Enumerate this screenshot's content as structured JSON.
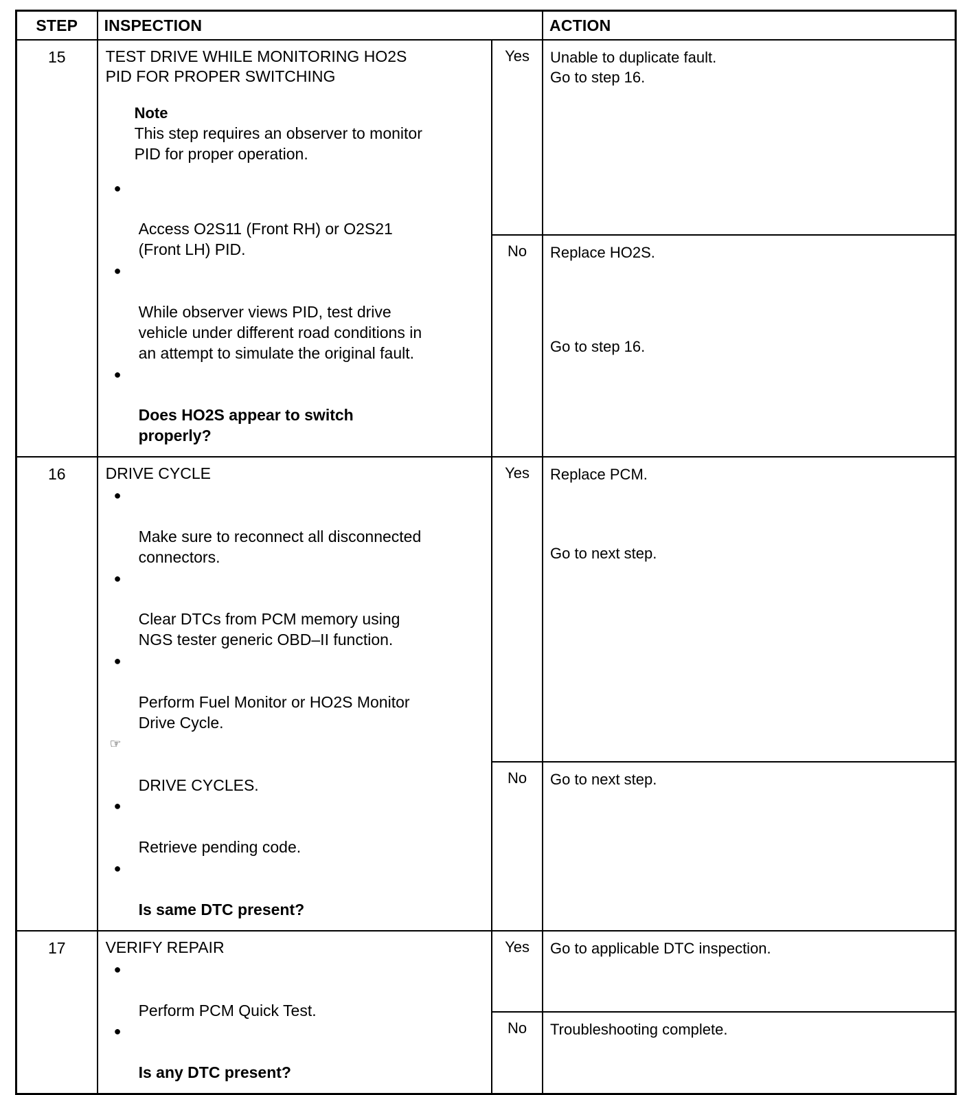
{
  "document": {
    "type": "diagnostic-troubleshooting-table",
    "columns": {
      "step": "STEP",
      "inspection": "INSPECTION",
      "action": "ACTION"
    }
  },
  "icons": {
    "bullet": "●",
    "pointing_hand": "☞"
  },
  "rows": [
    {
      "step": "15",
      "inspection": {
        "title": "TEST DRIVE WHILE MONITORING HO2S\nPID FOR PROPER SWITCHING",
        "note_heading": "Note",
        "note_text": "This step requires an observer to monitor\nPID for proper operation.",
        "bullets": [
          {
            "text": "Access O2S11 (Front RH) or O2S21\n(Front LH) PID.",
            "bold": false,
            "marker": "bullet"
          },
          {
            "text": "While observer views PID, test drive\nvehicle under different road conditions in\nan attempt to simulate the original fault.",
            "bold": false,
            "marker": "bullet"
          },
          {
            "text": "Does HO2S appear to switch\nproperly?",
            "bold": true,
            "marker": "bullet"
          }
        ]
      },
      "actions": [
        {
          "answer": "Yes",
          "text": "Unable to duplicate fault.\nGo to step 16.",
          "text_after_gap": ""
        },
        {
          "answer": "No",
          "text": "Replace HO2S.",
          "text_after_gap": "Go to step 16."
        }
      ]
    },
    {
      "step": "16",
      "inspection": {
        "title": "DRIVE CYCLE",
        "note_heading": "",
        "note_text": "",
        "bullets": [
          {
            "text": "Make sure to reconnect all disconnected\nconnectors.",
            "bold": false,
            "marker": "bullet"
          },
          {
            "text": "Clear DTCs from PCM memory using\nNGS tester generic OBD–II function.",
            "bold": false,
            "marker": "bullet"
          },
          {
            "text": "Perform Fuel Monitor or HO2S Monitor\nDrive Cycle.",
            "bold": false,
            "marker": "bullet"
          },
          {
            "text": "DRIVE CYCLES.",
            "bold": false,
            "marker": "hand"
          },
          {
            "text": "Retrieve pending code.",
            "bold": false,
            "marker": "bullet"
          },
          {
            "text": "Is same DTC  present?",
            "bold": true,
            "marker": "bullet"
          }
        ]
      },
      "actions": [
        {
          "answer": "Yes",
          "text": "Replace PCM.",
          "text_after_gap": "Go to next step."
        },
        {
          "answer": "No",
          "text": "Go to next step.",
          "text_after_gap": ""
        }
      ]
    },
    {
      "step": "17",
      "inspection": {
        "title": "VERIFY REPAIR",
        "note_heading": "",
        "note_text": "",
        "bullets": [
          {
            "text": "Perform PCM Quick Test.",
            "bold": false,
            "marker": "bullet"
          },
          {
            "text": "Is any DTC present?",
            "bold": true,
            "marker": "bullet"
          }
        ]
      },
      "actions": [
        {
          "answer": "Yes",
          "text": "Go to applicable DTC inspection.",
          "text_after_gap": ""
        },
        {
          "answer": "No",
          "text": "Troubleshooting complete.",
          "text_after_gap": ""
        }
      ]
    }
  ]
}
